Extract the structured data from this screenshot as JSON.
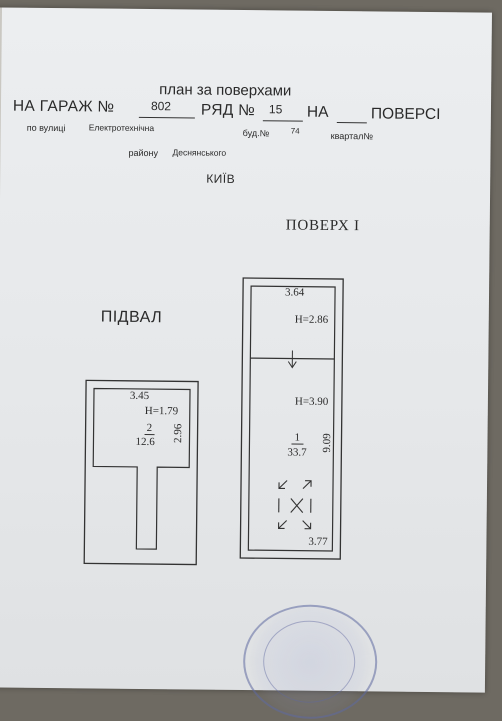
{
  "header": {
    "title": "план за поверхами",
    "garage_label": "НА ГАРАЖ №",
    "garage_no": "802",
    "row_label": "РЯД №",
    "row_no": "15",
    "on_label": "НА",
    "floor_label": "ПОВЕРСІ",
    "street_label": "по вулиці",
    "street": "Електротехнічна",
    "building_label": "буд.№",
    "building_no": "74",
    "quarter_label": "квартал№",
    "district_label": "району",
    "district": "Деснянського",
    "city": "КИЇВ"
  },
  "basement": {
    "title": "ПІДВАЛ",
    "width": "3.45",
    "height": "H=1.79",
    "room_no": "2",
    "area": "12.6",
    "length": "2.96"
  },
  "floor1": {
    "title": "ПОВЕРХ І",
    "top_width": "3.64",
    "top_height": "H=2.86",
    "main_height": "H=3.90",
    "room_no": "1",
    "area": "33.7",
    "length": "9.09",
    "bottom_width": "3.77"
  },
  "stamp": {
    "color": "#5f69a0"
  }
}
